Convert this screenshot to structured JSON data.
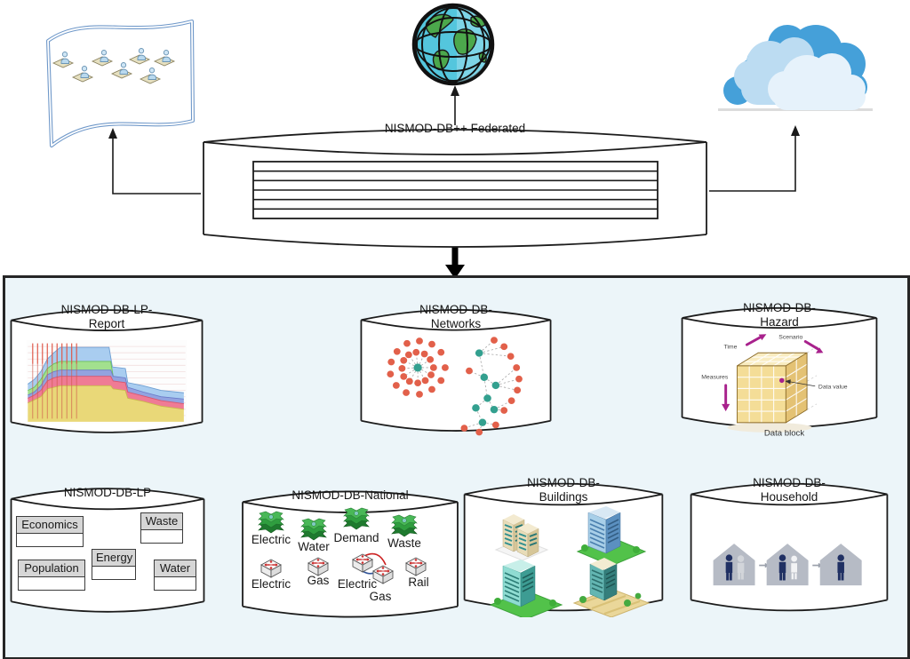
{
  "federated": {
    "label": "NISMOD-DB++ Federated"
  },
  "databases": {
    "report": {
      "label1": "NISMOD-DB-LP-",
      "label2": "Report"
    },
    "networks": {
      "label1": "NISMOD-DB-",
      "label2": "Networks"
    },
    "hazard": {
      "label1": "NISMOD-DB-",
      "label2": "Hazard",
      "cube": {
        "scenario": "Scenario",
        "time": "Time",
        "measures": "Measures",
        "data_value": "Data value",
        "data_block": "Data block"
      }
    },
    "lp": {
      "label": "NISMOD-DB-LP",
      "tables": [
        "Economics",
        "Population",
        "Energy",
        "Waste",
        "Water"
      ]
    },
    "national": {
      "label": "NISMOD-DB-National",
      "layer_labels": [
        "Electric",
        "Water",
        "Demand",
        "Waste"
      ],
      "node_labels": [
        "Electric",
        "Gas",
        "Electric",
        "Gas",
        "Rail"
      ]
    },
    "buildings": {
      "label1": "NISMOD-DB-",
      "label2": "Buildings"
    },
    "household": {
      "label1": "NISMOD-DB-",
      "label2": "Household"
    }
  },
  "icons": {
    "top_left": "users-flag-icon",
    "top_center": "globe-icon",
    "top_right": "cloud-icon",
    "container": "database-cylinder-icon",
    "report_content": "stacked-area-chart",
    "networks_content": "network-graph",
    "hazard_content": "data-cube",
    "buildings_content": "isometric-buildings",
    "household_content": "houses-with-people",
    "national_content": "layer-and-switch-icons"
  },
  "palette": {
    "box_background": "#ecf5f9",
    "outline": "#262626",
    "flag_blue": "#6f98c9",
    "cloud_back": "#45a0d9",
    "cloud_mid": "#bcdcf2",
    "cloud_front": "#e6f2fb",
    "globe_ocean": "#54c6dd",
    "globe_land": "#4ca84c",
    "network_node_orange": "#e2604a",
    "network_hub_teal": "#33a08f",
    "cube_yellow": "#f4dd97",
    "hazard_magenta": "#a8218c",
    "table_header_gray": "#d6d6d6"
  },
  "chart_data": {
    "type": "area",
    "stacked": true,
    "title": "",
    "xlabel": "",
    "ylabel": "",
    "legend": [],
    "layer_colors_bottom_to_top": [
      "#e9d878",
      "#ef7b95",
      "#93a3e0",
      "#a2e08e",
      "#a9cdf0"
    ],
    "marker_lines_color": "#d95f52",
    "description_shape": "stack rises steeply on left, plateaus at maximum through middle, steps down twice and declines gently to the right; green layer ends after the large step"
  }
}
